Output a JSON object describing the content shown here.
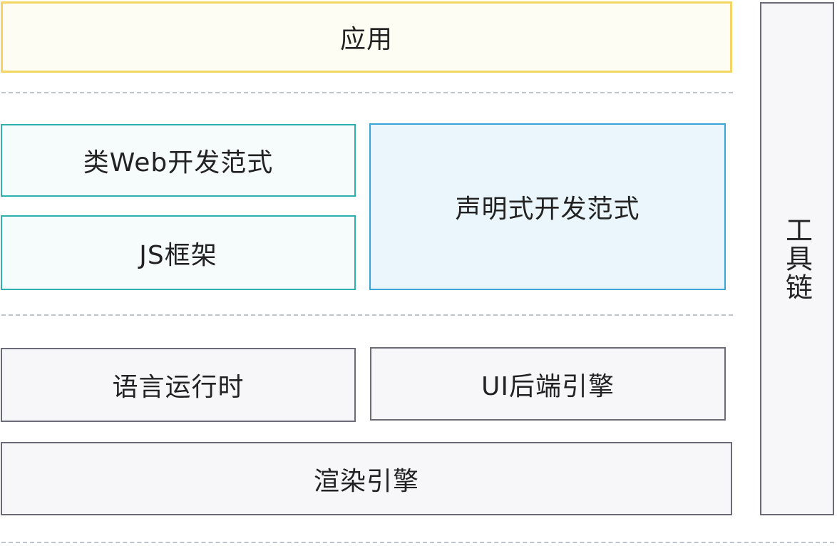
{
  "layers": {
    "app": "应用",
    "web_paradigm": "类Web开发范式",
    "js_framework": "JS框架",
    "declarative_paradigm": "声明式开发范式",
    "language_runtime": "语言运行时",
    "ui_backend_engine": "UI后端引擎",
    "render_engine": "渲染引擎",
    "toolchain": "工具链"
  },
  "colors": {
    "app_border": "#f2d563",
    "frontend_border": "#2eb0ae",
    "declarative_border": "#3aa4d6",
    "declarative_fill": "#eaf6fc",
    "engine_border": "#6b6b78",
    "dashed_divider": "#bfc3cc"
  }
}
